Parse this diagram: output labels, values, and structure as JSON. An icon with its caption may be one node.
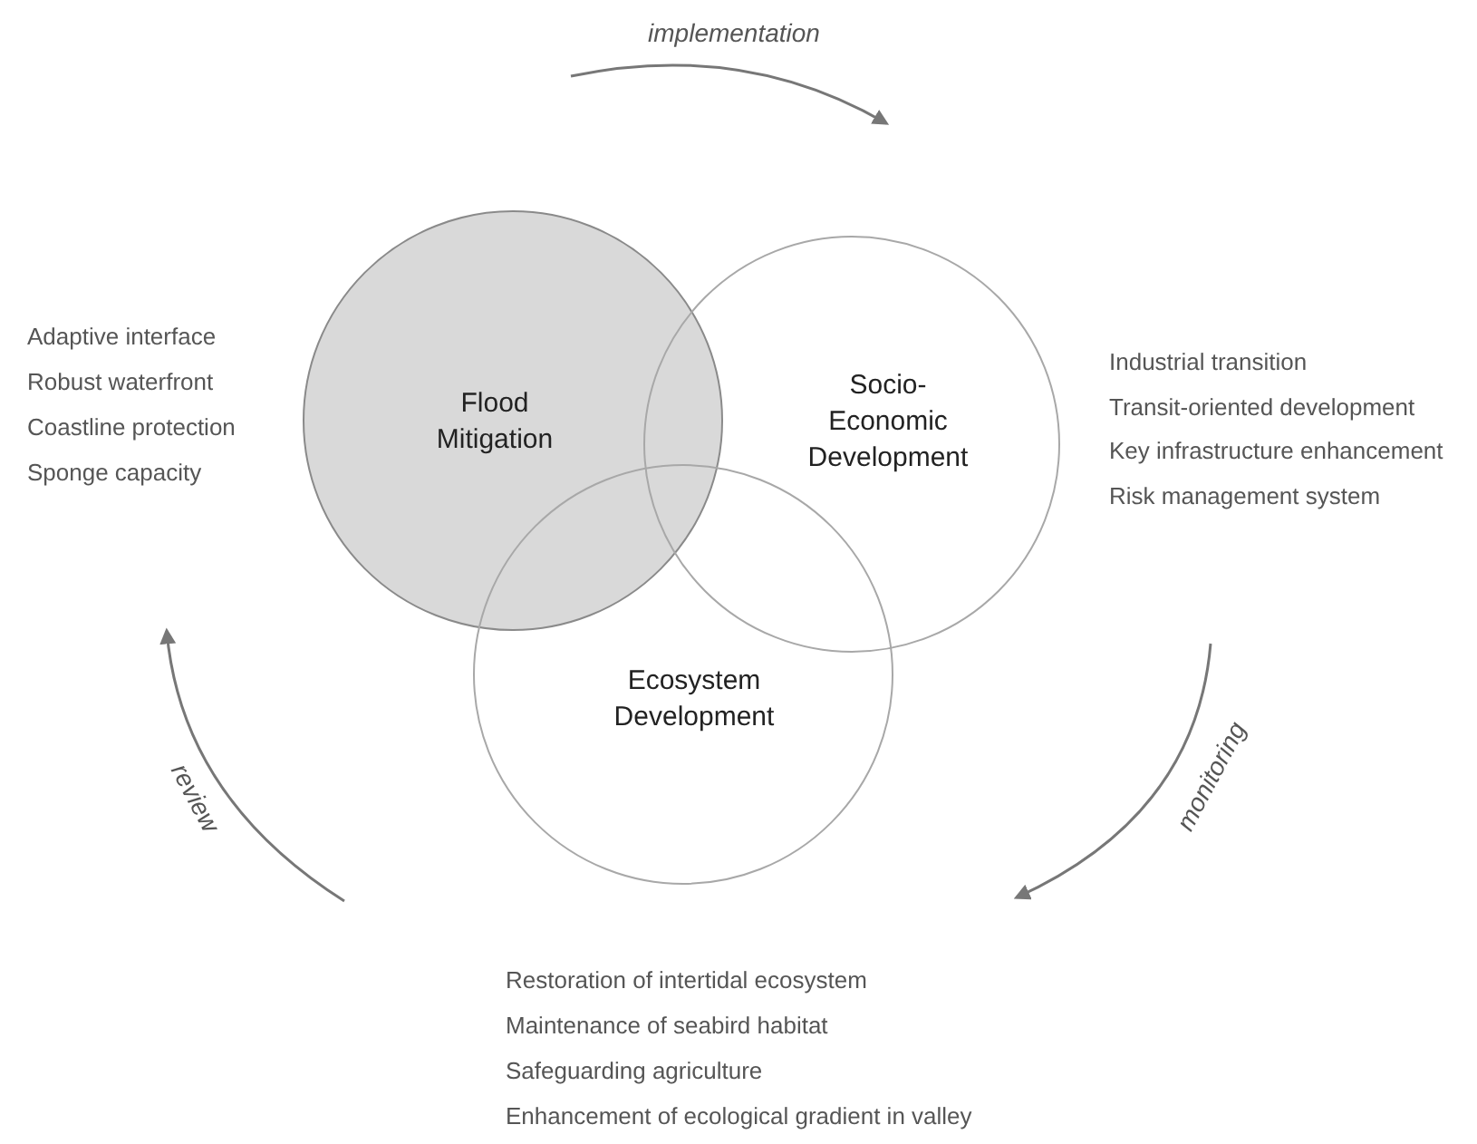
{
  "diagram": {
    "nodes": [
      {
        "text": [
          "Flood Mitigation"
        ],
        "beside": [
          "Adaptive interface",
          "Robust waterfront",
          "Coastline protection",
          "Sponge capacity"
        ]
      },
      {
        "text": [
          "Socio-Economic Development"
        ],
        "beside": [
          "Industrial transition",
          "Transit-oriented development",
          "Key infrastructure enhancement",
          "Risk management system"
        ]
      },
      {
        "text": [
          "Ecosystem Development"
        ],
        "beside": [
          "Restoration of intertidal ecosystem",
          "Maintenance of seabird habitat",
          "Safeguarding agriculture",
          "Enhancement of ecological gradient in valley"
        ]
      }
    ],
    "labels": [
      "implementation",
      "monitoring",
      "review"
    ]
  }
}
